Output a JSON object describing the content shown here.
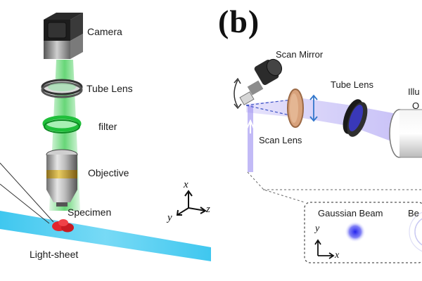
{
  "panel_a": {
    "labels": {
      "camera": "Camera",
      "tube_lens": "Tube Lens",
      "filter": "filter",
      "objective": "Objective",
      "specimen": "Specimen",
      "light_sheet": "Light-sheet"
    },
    "axes": {
      "x": "x",
      "y": "y",
      "z": "z"
    }
  },
  "panel_b": {
    "letter": "(b)",
    "labels": {
      "scan_mirror": "Scan Mirror",
      "tube_lens": "Tube Lens",
      "scan_lens": "Scan Lens",
      "illum_line1": "Illu",
      "illum_line2": "O",
      "gaussian_beam": "Gaussian Beam",
      "bessel_partial": "Be"
    },
    "axes": {
      "x": "x",
      "y": "y"
    }
  },
  "colors": {
    "emission_green": "#34c94a",
    "filter_green": "#1fbf3a",
    "light_sheet_blue": "#35c4ee",
    "specimen_red": "#e1262c",
    "beam_violet": "#9a8df0",
    "gaussian_blue": "#2222ee"
  }
}
